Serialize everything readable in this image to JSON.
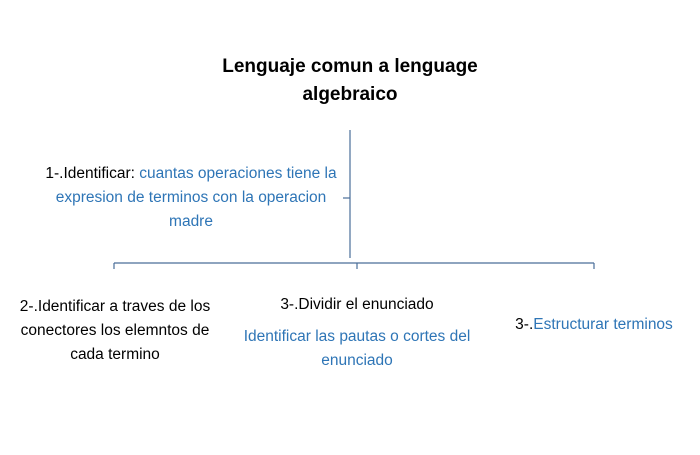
{
  "title": {
    "line1": "Lenguaje comun a lenguage",
    "line2": "algebraico"
  },
  "step1": {
    "prefix": "1-.Identificar: ",
    "highlight": "cuantas operaciones tiene la expresion de terminos con la operacion madre"
  },
  "step2": {
    "text": "2-.Identificar a traves de los conectores los elemntos de cada termino"
  },
  "step3": {
    "heading": "3-.Dividir el enunciado",
    "detail": "Identificar las pautas o cortes del enunciado"
  },
  "step4": {
    "prefix": "3-.",
    "highlight": "Estructurar terminos"
  },
  "colors": {
    "line": "#4a6d99",
    "accent": "#2e75b6",
    "text": "#000000"
  }
}
